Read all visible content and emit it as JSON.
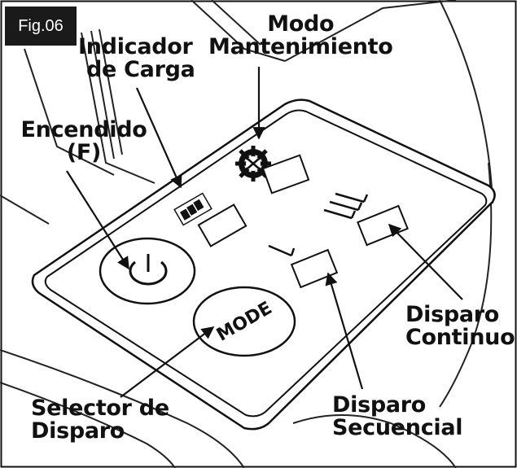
{
  "figure": {
    "badge": "Fig.06"
  },
  "labels": {
    "maintenance_mode": [
      "Modo",
      "Mantenimiento"
    ],
    "charge_indicator": [
      "Indicador",
      "de Carga"
    ],
    "power": [
      "Encendido",
      "(F)"
    ],
    "fire_selector": [
      "Selector de",
      "Disparo"
    ],
    "sequential_fire": [
      "Disparo",
      "Secuencial"
    ],
    "continuous_fire": [
      "Disparo",
      "Continuo"
    ]
  },
  "buttons": {
    "mode_label": "MODE"
  },
  "icons": {
    "power": "power-icon",
    "maintenance": "gear-wrench-icon",
    "battery": "battery-icon",
    "single_dart": "single-dart-icon",
    "triple_dart": "triple-dart-icon"
  },
  "colors": {
    "ink": "#111111",
    "badge_bg": "#1a1a1a",
    "badge_text": "#ffffff"
  }
}
